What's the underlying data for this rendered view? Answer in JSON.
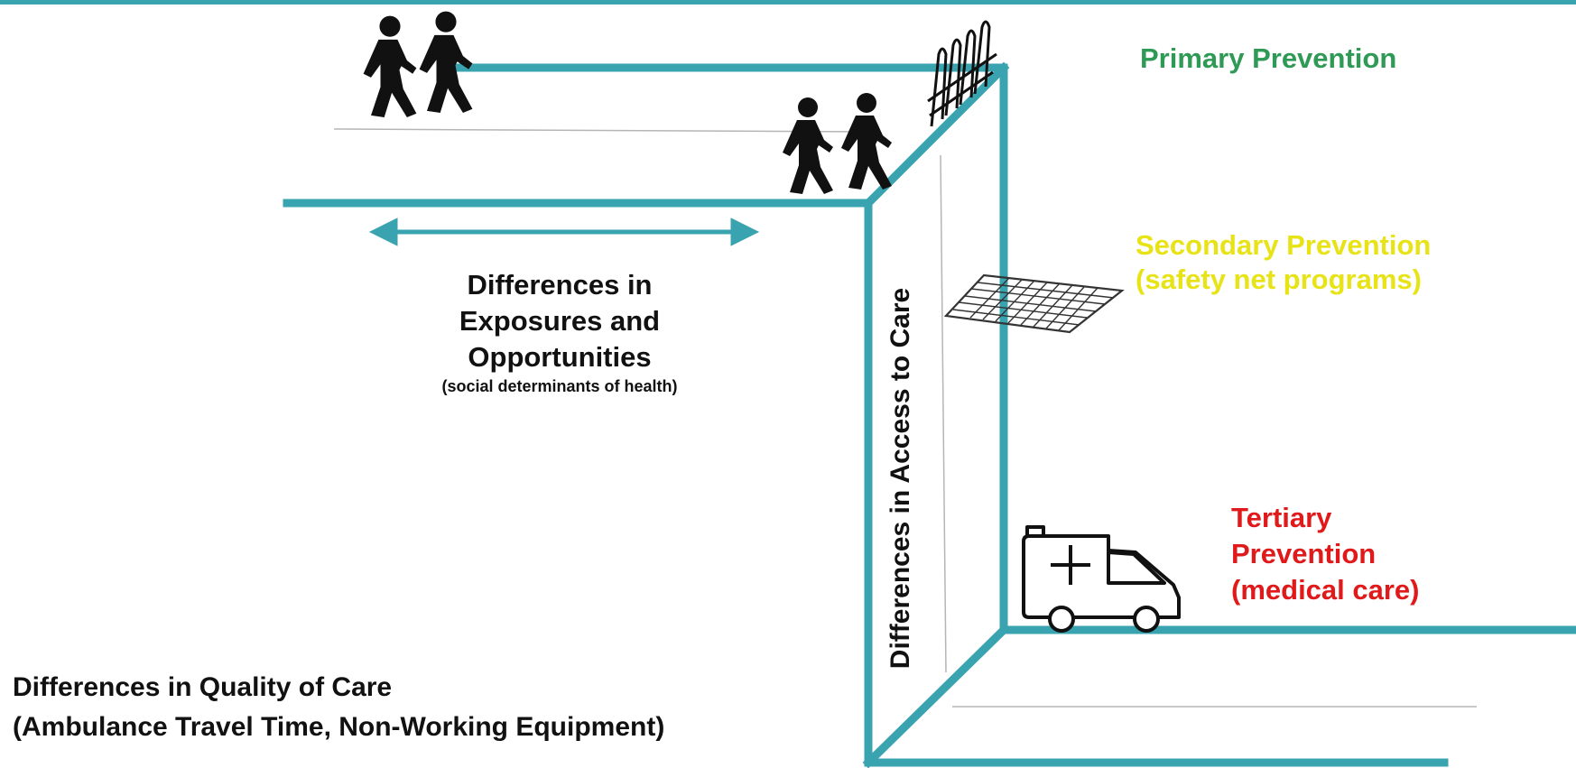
{
  "colors": {
    "cliff": "#3aa3b0",
    "primary": "#2e9a55",
    "secondary": "#e7e317",
    "tertiary": "#e01a1a",
    "text": "#111111"
  },
  "labels": {
    "primary": "Primary Prevention",
    "secondary_line1": "Secondary Prevention",
    "secondary_line2": "(safety net programs)",
    "tertiary_line1": "Tertiary",
    "tertiary_line2": "Prevention",
    "tertiary_line3": "(medical care)",
    "exposures_line1": "Differences in",
    "exposures_line2": "Exposures and",
    "exposures_line3": "Opportunities",
    "exposures_sub": "(social determinants of health)",
    "access": "Differences in Access to Care",
    "quality_line1": "Differences in Quality of Care",
    "quality_line2": "(Ambulance Travel Time, Non-Working Equipment)"
  },
  "icons": [
    "walking-people-icon",
    "fence-icon",
    "safety-net-icon",
    "ambulance-icon",
    "double-arrow-icon"
  ]
}
